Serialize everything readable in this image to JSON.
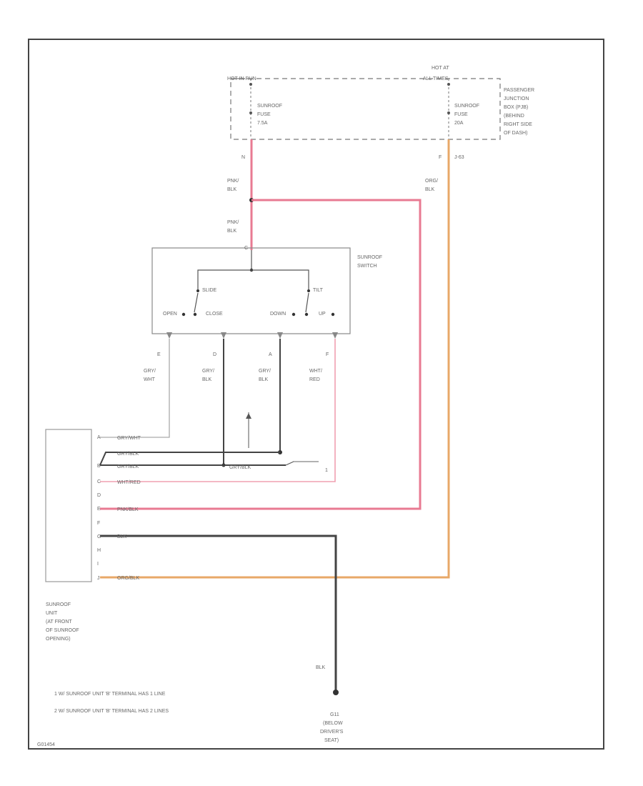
{
  "colors": {
    "pink_wire": "#e87a92",
    "orange_wire": "#e8a868",
    "dark_wire": "#444444",
    "gray_wire": "#999999",
    "frame": "#444444"
  },
  "junction_box": {
    "hot_left": "HOT IN RUN",
    "hot_right_line1": "HOT AT",
    "hot_right_line2": "ALL TIMES",
    "fuse_left": [
      "SUNROOF",
      "FUSE",
      "7.5A"
    ],
    "fuse_right": [
      "SUNROOF",
      "FUSE",
      "20A"
    ],
    "title": [
      "PASSENGER",
      "JUNCTION",
      "BOX (PJB)",
      "(BEHIND",
      "RIGHT SIDE",
      "OF DASH)"
    ],
    "pin_left": "N",
    "pin_right": "F",
    "pin_right_extra": "J-63"
  },
  "wires": {
    "pnk_blk_1": [
      "PNK/",
      "BLK"
    ],
    "pnk_blk_2": [
      "PNK/",
      "BLK"
    ],
    "org_blk": [
      "ORG/",
      "BLK"
    ],
    "gry_wht": [
      "GRY/",
      "WHT"
    ],
    "gry_blk_1": [
      "GRY/",
      "BLK"
    ],
    "gry_blk_2": [
      "GRY/",
      "BLK"
    ],
    "wht_red": [
      "WHT/",
      "RED"
    ],
    "blk": "BLK"
  },
  "switch": {
    "title": [
      "SUNROOF",
      "SWITCH"
    ],
    "pin_top": "C",
    "slide": "SLIDE",
    "tilt": "TILT",
    "open": "OPEN",
    "close": "CLOSE",
    "down": "DOWN",
    "up": "UP",
    "pins": [
      "E",
      "D",
      "A",
      "F"
    ]
  },
  "unit": {
    "pins": [
      "A",
      "B",
      "C",
      "D",
      "E",
      "F",
      "G",
      "H",
      "I",
      "J"
    ],
    "wire_labels": [
      "GRY/WHT",
      "GRY/BLK",
      "GRY/BLK",
      "WHT/RED",
      "",
      "PNK/BLK",
      "",
      "BLK",
      "",
      "",
      "ORG/BLK"
    ],
    "splice_label": "GRY/BLK",
    "note_mark": "1",
    "label": [
      "SUNROOF",
      "UNIT",
      "(AT FRONT",
      "OF SUNROOF",
      "OPENING)"
    ]
  },
  "ground": {
    "label": [
      "G11",
      "(BELOW",
      "DRIVER'S",
      "SEAT)"
    ]
  },
  "notes": [
    "1   W/ SUNROOF UNIT 'B' TERMINAL HAS 1 LINE",
    "2   W/ SUNROOF UNIT 'B' TERMINAL HAS 2 LINES"
  ],
  "figure_id": "G01454"
}
